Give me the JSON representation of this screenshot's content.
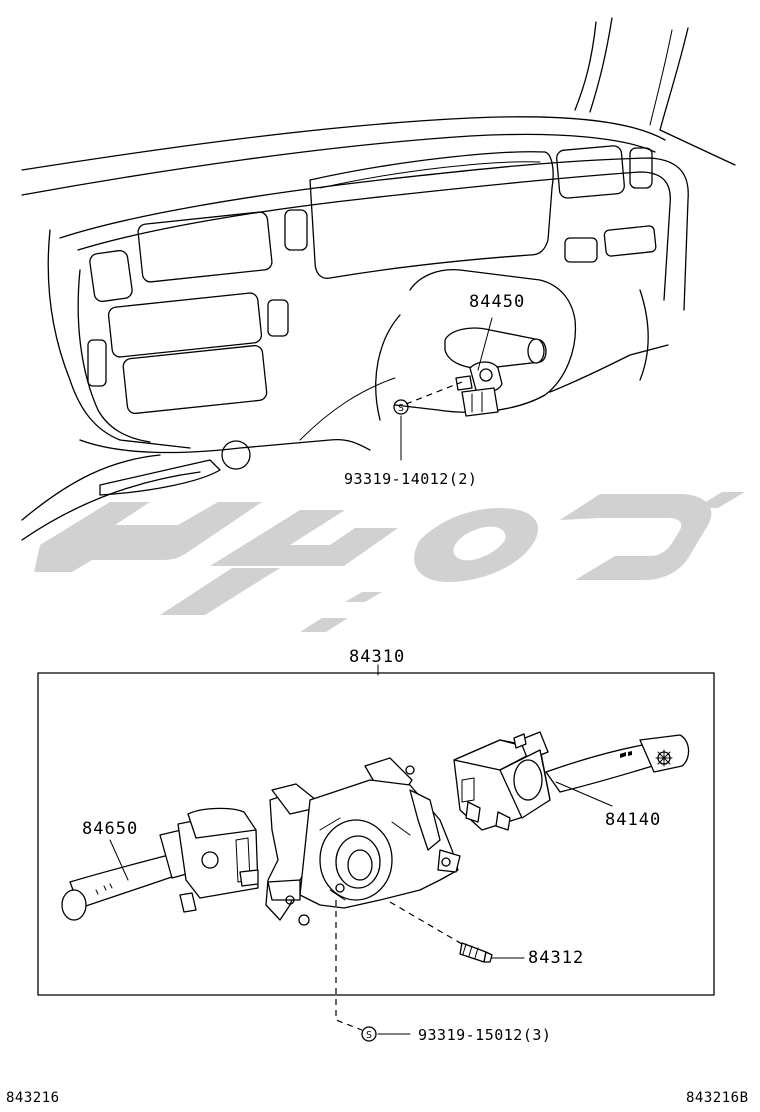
{
  "diagram": {
    "parts": {
      "cruise_switch": "84450",
      "screw_upper": "93319-14012(2)",
      "combination_switch_assy": "84310",
      "wiper_switch": "84650",
      "headlamp_turn_switch": "84140",
      "pin": "84312",
      "screw_lower": "93319-15012(3)"
    },
    "screw_symbol": "S",
    "reference_left": "843216",
    "reference_right": "843216B"
  }
}
